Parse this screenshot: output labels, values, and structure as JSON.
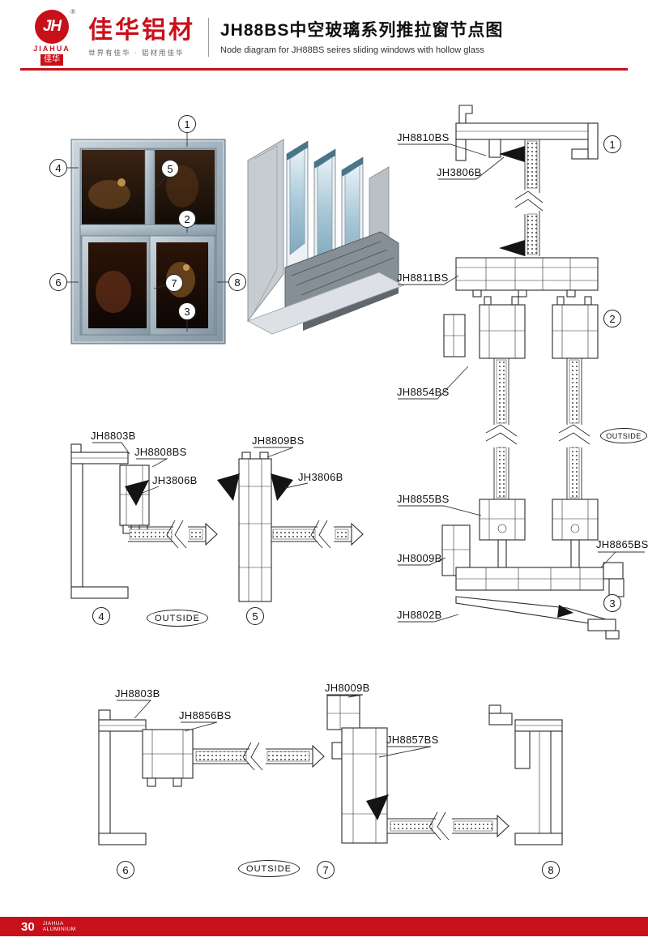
{
  "header": {
    "brand_cn": "佳华铝材",
    "brand_en": "JIAHUA",
    "seal": "佳华",
    "reg": "®",
    "logo_monogram": "JH",
    "tagline": "世界有佳华 · 铝材用佳华",
    "title_cn": "JH88BS中空玻璃系列推拉窗节点图",
    "title_en": "Node diagram for JH88BS seires sliding windows with hollow glass"
  },
  "colors": {
    "accent_red": "#c8101a"
  },
  "elevation": {
    "callouts": {
      "c1": "1",
      "c2": "2",
      "c3": "3",
      "c4": "4",
      "c5": "5",
      "c6": "6",
      "c7": "7",
      "c8": "8"
    }
  },
  "right_section": {
    "label_jh8810bs": "JH8810BS",
    "label_jh3806b": "JH3806B",
    "label_jh8811bs": "JH8811BS",
    "label_jh8854bs": "JH8854BS",
    "label_jh8855bs": "JH8855BS",
    "label_jh8009b": "JH8009B",
    "label_jh8865bs": "JH8865BS",
    "label_jh8802b": "JH8802B",
    "outside": "OUTSIDE",
    "callout_1": "1",
    "callout_2": "2",
    "callout_3": "3"
  },
  "mid_section": {
    "label_jh8803b": "JH8803B",
    "label_jh8808bs": "JH8808BS",
    "label_jh3806b_left": "JH3806B",
    "label_jh8809bs": "JH8809BS",
    "label_jh3806b_right": "JH3806B",
    "outside": "OUTSIDE",
    "callout_4": "4",
    "callout_5": "5"
  },
  "bottom_section": {
    "label_jh8803b": "JH8803B",
    "label_jh8856bs": "JH8856BS",
    "label_jh8009b": "JH8009B",
    "label_jh8857bs": "JH8857BS",
    "outside": "OUTSIDE",
    "callout_6": "6",
    "callout_7": "7",
    "callout_8": "8"
  },
  "footer": {
    "page_number": "30",
    "brand_line1": "JIAHUA",
    "brand_line2": "ALUMINIUM"
  }
}
